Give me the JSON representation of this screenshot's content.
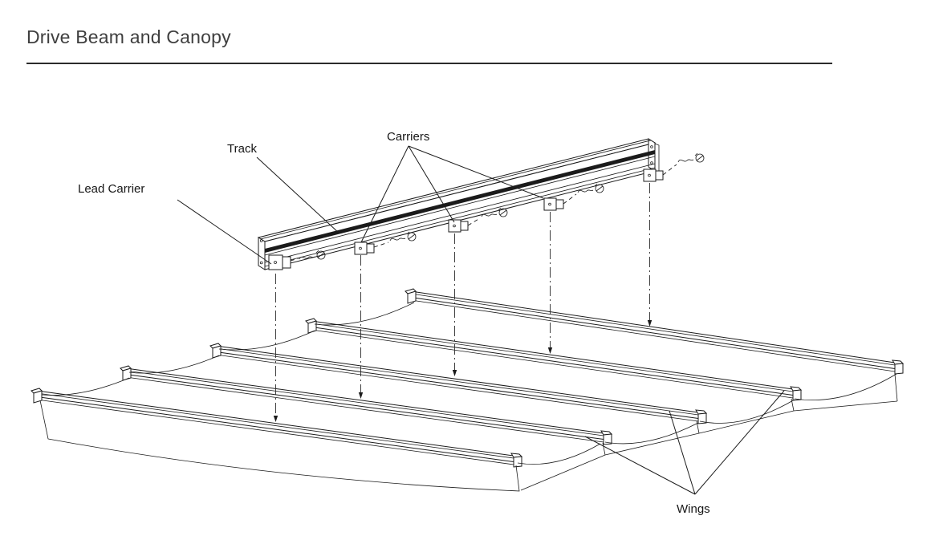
{
  "header": {
    "title": "Drive Beam and Canopy"
  },
  "diagram": {
    "labels": {
      "track": "Track",
      "carriers": "Carriers",
      "lead_carrier": "Lead Carrier",
      "wings": "Wings"
    },
    "colors": {
      "ink": "#1b1b1b",
      "title_text": "#3f3f3f",
      "background": "#ffffff",
      "track_groove": "#1b1b1b"
    }
  }
}
